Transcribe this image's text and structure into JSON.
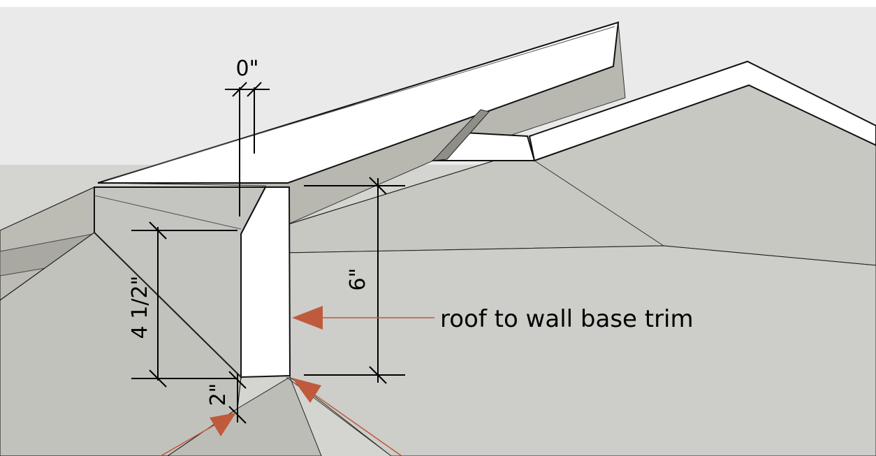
{
  "dimensions": {
    "top_gap": "0\"",
    "left_height": "4 1/2\"",
    "right_height": "6\"",
    "bottom_offset": "2\""
  },
  "callout": {
    "label": "roof to wall base trim"
  },
  "colors": {
    "sky": "#e9eae9",
    "roof_light": "#c9c9c6",
    "roof_mid": "#b9b9b2",
    "trim_white": "#ffffff",
    "arrow": "#bf5a3c",
    "line": "#111111"
  }
}
